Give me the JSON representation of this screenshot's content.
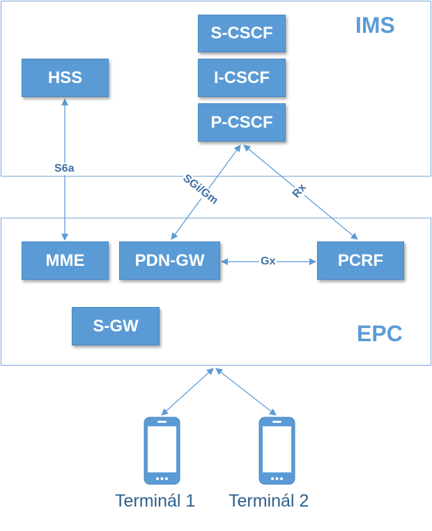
{
  "regions": {
    "ims": {
      "label": "IMS"
    },
    "epc": {
      "label": "EPC"
    }
  },
  "nodes": {
    "s_cscf": "S-CSCF",
    "i_cscf": "I-CSCF",
    "p_cscf": "P-CSCF",
    "hss": "HSS",
    "mme": "MME",
    "pdn_gw": "PDN-GW",
    "pcrf": "PCRF",
    "s_gw": "S-GW"
  },
  "links": {
    "s6a": "S6a",
    "sgi_gm": "SGi/Gm",
    "rx": "Rx",
    "gx": "Gx"
  },
  "terminals": {
    "t1": "Terminál 1",
    "t2": "Terminál 2"
  },
  "colors": {
    "node_fill": "#5b9bd5",
    "border": "#7aa5d6",
    "arrow": "#5b9bd5",
    "text": "#2e5f8c"
  },
  "icons": {
    "terminal": "smartphone-icon"
  }
}
